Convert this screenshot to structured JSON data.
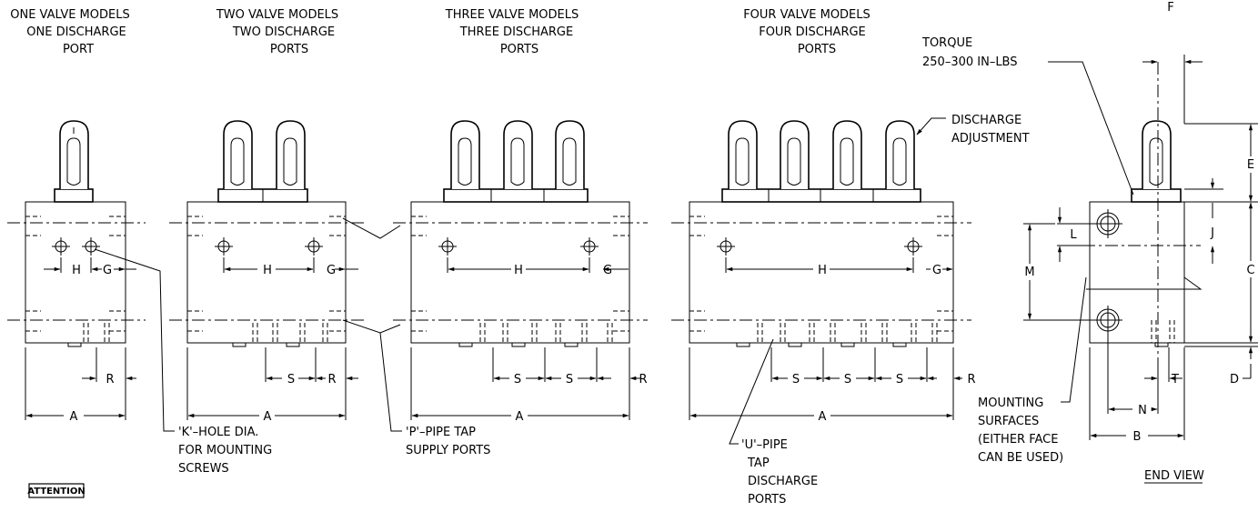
{
  "titles": {
    "one_line1": "ONE VALVE MODELS",
    "one_line2": "ONE DISCHARGE",
    "one_line3": "PORT",
    "two_line1": "TWO VALVE MODELS",
    "two_line2": "TWO DISCHARGE",
    "two_line3": "PORTS",
    "three_line1": "THREE VALVE MODELS",
    "three_line2": "THREE DISCHARGE",
    "three_line3": "PORTS",
    "four_line1": "FOUR VALVE MODELS",
    "four_line2": "FOUR DISCHARGE",
    "four_line3": "PORTS"
  },
  "callouts": {
    "torque_line1": "TORQUE",
    "torque_line2": "250–300 IN–LBS",
    "discharge_line1": "DISCHARGE",
    "discharge_line2": "ADJUSTMENT",
    "k_line1": "'K'–HOLE DIA.",
    "k_line2": "FOR MOUNTING",
    "k_line3": "SCREWS",
    "p_line1": "'P'–PIPE TAP",
    "p_line2": "SUPPLY PORTS",
    "u_line1": "'U'–PIPE",
    "u_line2": "TAP",
    "u_line3": "DISCHARGE",
    "u_line4": "PORTS",
    "mount_line1": "MOUNTING",
    "mount_line2": "SURFACES",
    "mount_line3": "(EITHER FACE",
    "mount_line4": "CAN BE USED)",
    "end_view": "END VIEW",
    "attention": "ATTENTION"
  },
  "dims": {
    "A": "A",
    "B": "B",
    "C": "C",
    "D": "D",
    "E": "E",
    "F": "F",
    "G": "G",
    "H": "H",
    "J": "J",
    "L": "L",
    "M": "M",
    "N": "N",
    "R": "R",
    "S": "S",
    "T": "T"
  }
}
